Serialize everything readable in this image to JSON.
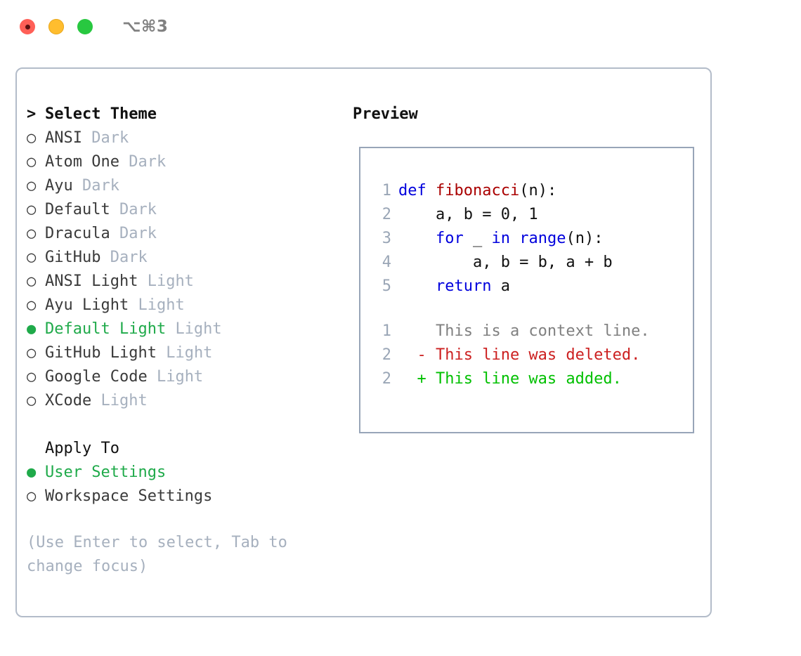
{
  "titlebar": {
    "shortcut": "⌥⌘3",
    "lights": [
      {
        "name": "close-button",
        "color": "#ff5f57"
      },
      {
        "name": "minimize-button",
        "color": "#ffbd2e"
      },
      {
        "name": "maximize-button",
        "color": "#28c840"
      }
    ]
  },
  "theme_picker": {
    "header": "Select Theme",
    "caret": ">",
    "marker_selected": "●",
    "marker_unselected": "○",
    "items": [
      {
        "label": "ANSI",
        "badge": "Dark",
        "selected": false
      },
      {
        "label": "Atom One",
        "badge": "Dark",
        "selected": false
      },
      {
        "label": "Ayu",
        "badge": "Dark",
        "selected": false
      },
      {
        "label": "Default",
        "badge": "Dark",
        "selected": false
      },
      {
        "label": "Dracula",
        "badge": "Dark",
        "selected": false
      },
      {
        "label": "GitHub",
        "badge": "Dark",
        "selected": false
      },
      {
        "label": "ANSI Light",
        "badge": "Light",
        "selected": false
      },
      {
        "label": "Ayu Light",
        "badge": "Light",
        "selected": false
      },
      {
        "label": "Default Light",
        "badge": "Light",
        "selected": true
      },
      {
        "label": "GitHub Light",
        "badge": "Light",
        "selected": false
      },
      {
        "label": "Google Code",
        "badge": "Light",
        "selected": false
      },
      {
        "label": "XCode",
        "badge": "Light",
        "selected": false
      }
    ]
  },
  "apply_to": {
    "header": "Apply To",
    "items": [
      {
        "label": "User Settings",
        "selected": true
      },
      {
        "label": "Workspace Settings",
        "selected": false
      }
    ]
  },
  "hint": "(Use Enter to select, Tab to change focus)",
  "preview": {
    "title": "Preview",
    "code_lines": [
      {
        "num": "1",
        "tokens": [
          {
            "t": "def",
            "c": "kw"
          },
          {
            "t": " ",
            "c": "pl"
          },
          {
            "t": "fibonacci",
            "c": "fn"
          },
          {
            "t": "(n):",
            "c": "pl"
          }
        ]
      },
      {
        "num": "2",
        "tokens": [
          {
            "t": "    a, b = 0, 1",
            "c": "pl"
          }
        ]
      },
      {
        "num": "3",
        "tokens": [
          {
            "t": "    ",
            "c": "pl"
          },
          {
            "t": "for",
            "c": "kw"
          },
          {
            "t": " _ ",
            "c": "pl"
          },
          {
            "t": "in",
            "c": "kw"
          },
          {
            "t": " ",
            "c": "pl"
          },
          {
            "t": "range",
            "c": "kw"
          },
          {
            "t": "(n):",
            "c": "pl"
          }
        ]
      },
      {
        "num": "4",
        "tokens": [
          {
            "t": "        a, b = b, a + b",
            "c": "pl"
          }
        ]
      },
      {
        "num": "5",
        "tokens": [
          {
            "t": "    ",
            "c": "pl"
          },
          {
            "t": "return",
            "c": "kw"
          },
          {
            "t": " a",
            "c": "pl"
          }
        ]
      }
    ],
    "diff_lines": [
      {
        "num": "1",
        "sign": " ",
        "text": "This is a context line.",
        "kind": "ctx"
      },
      {
        "num": "2",
        "sign": "-",
        "text": "This line was deleted.",
        "kind": "del"
      },
      {
        "num": "2",
        "sign": "+",
        "text": "This line was added.",
        "kind": "add"
      }
    ]
  },
  "colors": {
    "selected_green": "#1faa4a",
    "badge_gray": "#a6b0be",
    "panel_border": "#98a5b8",
    "dialog_border": "#b3bcc9",
    "keyword_blue": "#0000dd",
    "function_red": "#aa0000",
    "diff_deleted": "#cc2020",
    "diff_added": "#00c000"
  }
}
